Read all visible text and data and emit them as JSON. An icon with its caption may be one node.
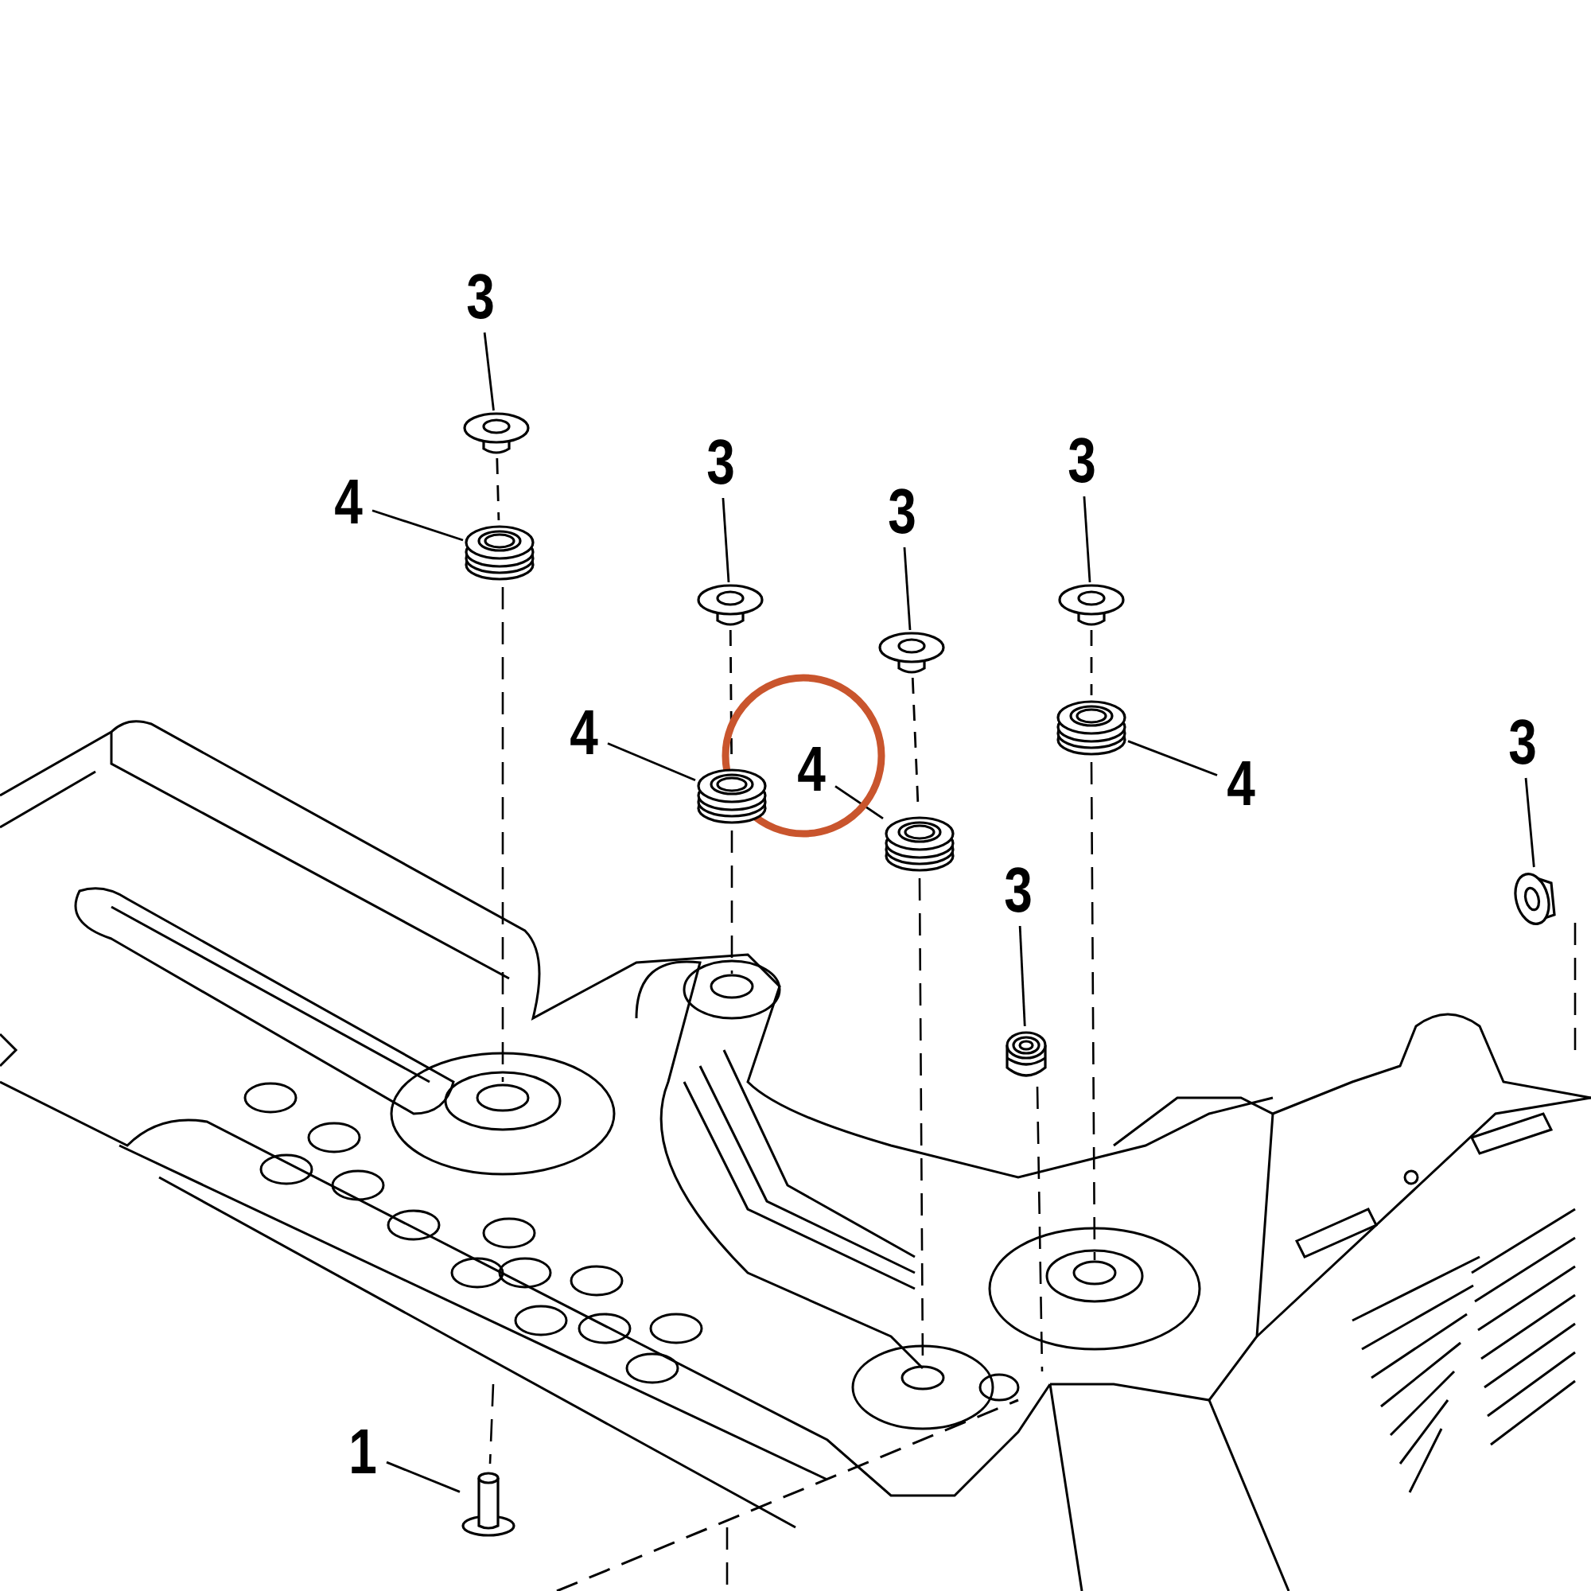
{
  "diagram": {
    "nodes": [
      {
        "text": [
          "3"
        ]
      },
      {
        "text": [
          "4"
        ]
      },
      {
        "text": [
          "3"
        ]
      },
      {
        "text": [
          "3"
        ]
      },
      {
        "text": [
          "3"
        ]
      },
      {
        "text": [
          "4"
        ]
      },
      {
        "text": [
          "4"
        ]
      },
      {
        "text": [
          "4"
        ]
      },
      {
        "text": [
          "3"
        ]
      },
      {
        "text": [
          "3"
        ]
      },
      {
        "text": [
          "1"
        ]
      },
      {
        "text": [],
        "shape": "picture"
      },
      {
        "text": [],
        "shape": "picture"
      },
      {
        "text": [],
        "shape": "picture"
      },
      {
        "text": [],
        "shape": "picture"
      },
      {
        "text": [],
        "shape": "picture"
      },
      {
        "text": [],
        "shape": "picture"
      },
      {
        "text": [],
        "shape": "picture"
      },
      {
        "text": [],
        "shape": "picture"
      },
      {
        "text": [],
        "shape": "picture"
      },
      {
        "text": [],
        "shape": "picture"
      },
      {
        "text": [],
        "shape": "picture"
      }
    ],
    "edges": [
      {
        "from": 0,
        "to": 11,
        "arrow": "none"
      },
      {
        "from": 1,
        "to": 12,
        "arrow": "none"
      },
      {
        "from": 2,
        "to": 13,
        "arrow": "none"
      },
      {
        "from": 3,
        "to": 15,
        "arrow": "none"
      },
      {
        "from": 4,
        "to": 17,
        "arrow": "none"
      },
      {
        "from": 5,
        "to": 14,
        "arrow": "none"
      },
      {
        "from": 6,
        "to": 16,
        "arrow": "none"
      },
      {
        "from": 7,
        "to": 18,
        "arrow": "none"
      },
      {
        "from": 8,
        "to": 19,
        "arrow": "none"
      },
      {
        "from": 9,
        "to": 20,
        "arrow": "none"
      },
      {
        "from": 10,
        "to": 21,
        "arrow": "none"
      },
      {
        "from": 11,
        "to": 12,
        "arrow": "none",
        "style": "dashed"
      },
      {
        "from": 13,
        "to": 14,
        "arrow": "none",
        "style": "dashed"
      },
      {
        "from": 15,
        "to": 16,
        "arrow": "none",
        "style": "dashed"
      },
      {
        "from": 17,
        "to": 18,
        "arrow": "none",
        "style": "dashed"
      }
    ]
  }
}
